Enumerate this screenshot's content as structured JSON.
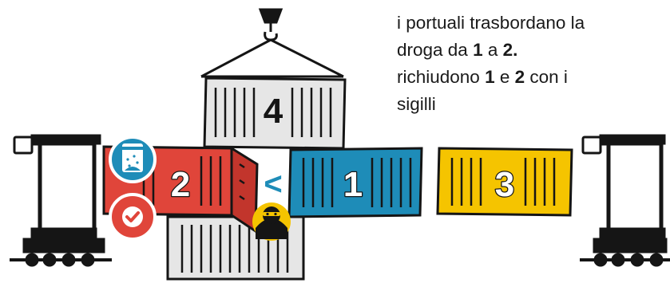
{
  "caption": {
    "l1": "i portuali trasbordano la",
    "l2a": "droga da ",
    "l2b": "1",
    "l2c": " a ",
    "l2d": "2.",
    "l3a": "richiudono ",
    "l3b": "1",
    "l3c": " e ",
    "l3d": "2",
    "l3e": " con i",
    "l4": "sigilli"
  },
  "containers": {
    "hanging": "4",
    "red": "2",
    "blue": "1",
    "yellow": "3"
  },
  "arrow": "<",
  "icons": [
    "powder-bag-icon",
    "check-seal-icon",
    "smuggler-icon",
    "crane-hook-icon",
    "straddle-carrier-icon"
  ],
  "colors": {
    "red": "#E0453A",
    "blue": "#1E8CB8",
    "yellow": "#F5C400",
    "grey": "#E6E6E6",
    "outline": "#151515"
  }
}
